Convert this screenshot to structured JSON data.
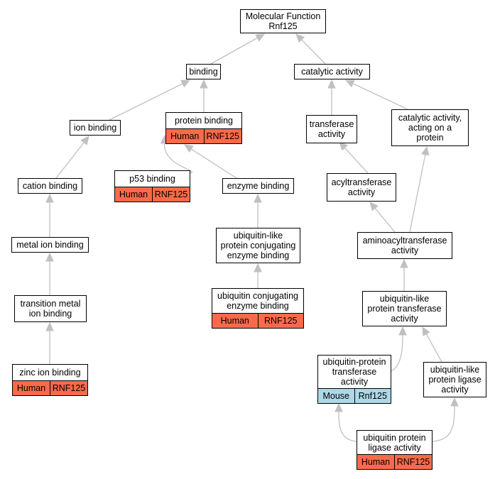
{
  "nodes": [
    {
      "id": "mf",
      "label": "Molecular Function\nRnf125"
    },
    {
      "id": "binding",
      "label": "binding"
    },
    {
      "id": "catalytic",
      "label": "catalytic activity"
    },
    {
      "id": "ion_binding",
      "label": "ion binding"
    },
    {
      "id": "protein_binding",
      "label": "protein binding",
      "evidence": {
        "species": "Human",
        "gene": "RNF125"
      }
    },
    {
      "id": "transferase",
      "label": "transferase\nactivity"
    },
    {
      "id": "cat_protein",
      "label": "catalytic activity,\nacting on a\nprotein"
    },
    {
      "id": "cation_binding",
      "label": "cation binding"
    },
    {
      "id": "p53_binding",
      "label": "p53 binding",
      "evidence": {
        "species": "Human",
        "gene": "RNF125"
      }
    },
    {
      "id": "enzyme_binding",
      "label": "enzyme binding"
    },
    {
      "id": "acyltransferase",
      "label": "acyltransferase\nactivity"
    },
    {
      "id": "metal_ion",
      "label": "metal ion binding"
    },
    {
      "id": "ubl_conj_enzyme",
      "label": "ubiquitin-like\nprotein conjugating\nenzyme binding"
    },
    {
      "id": "aminoacyl",
      "label": "aminoacyltransferase\nactivity"
    },
    {
      "id": "transition_metal",
      "label": "transition metal\nion binding"
    },
    {
      "id": "ubi_conj_enzyme",
      "label": "ubiquitin conjugating\nenzyme binding",
      "evidence": {
        "species": "Human",
        "gene": "RNF125"
      }
    },
    {
      "id": "ubl_transferase",
      "label": "ubiquitin-like\nprotein transferase\nactivity"
    },
    {
      "id": "zinc",
      "label": "zinc ion binding",
      "evidence": {
        "species": "Human",
        "gene": "RNF125"
      }
    },
    {
      "id": "ubi_prot_transferase",
      "label": "ubiquitin-protein\ntransferase\nactivity",
      "evidence": {
        "species": "Mouse",
        "gene": "Rnf125"
      }
    },
    {
      "id": "ubl_ligase",
      "label": "ubiquitin-like\nprotein ligase\nactivity"
    },
    {
      "id": "ubi_ligase",
      "label": "ubiquitin protein\nligase activity",
      "evidence": {
        "species": "Human",
        "gene": "RNF125"
      }
    }
  ],
  "edges": [
    {
      "from": "binding",
      "to": "mf"
    },
    {
      "from": "catalytic",
      "to": "mf"
    },
    {
      "from": "ion_binding",
      "to": "binding"
    },
    {
      "from": "protein_binding",
      "to": "binding"
    },
    {
      "from": "transferase",
      "to": "catalytic"
    },
    {
      "from": "cat_protein",
      "to": "catalytic"
    },
    {
      "from": "cation_binding",
      "to": "ion_binding"
    },
    {
      "from": "p53_binding",
      "to": "protein_binding"
    },
    {
      "from": "enzyme_binding",
      "to": "protein_binding"
    },
    {
      "from": "acyltransferase",
      "to": "transferase"
    },
    {
      "from": "metal_ion",
      "to": "cation_binding"
    },
    {
      "from": "ubl_conj_enzyme",
      "to": "enzyme_binding"
    },
    {
      "from": "aminoacyl",
      "to": "acyltransferase"
    },
    {
      "from": "aminoacyl",
      "to": "cat_protein"
    },
    {
      "from": "transition_metal",
      "to": "metal_ion"
    },
    {
      "from": "ubi_conj_enzyme",
      "to": "ubl_conj_enzyme"
    },
    {
      "from": "ubl_transferase",
      "to": "aminoacyl"
    },
    {
      "from": "zinc",
      "to": "transition_metal"
    },
    {
      "from": "ubi_prot_transferase",
      "to": "ubl_transferase"
    },
    {
      "from": "ubl_ligase",
      "to": "ubl_transferase"
    },
    {
      "from": "ubi_ligase",
      "to": "ubi_prot_transferase"
    },
    {
      "from": "ubi_ligase",
      "to": "ubl_ligase"
    }
  ],
  "colors": {
    "Human": "#fa6a4a",
    "Mouse": "#add8e6",
    "edge": "#c0c0c0"
  }
}
